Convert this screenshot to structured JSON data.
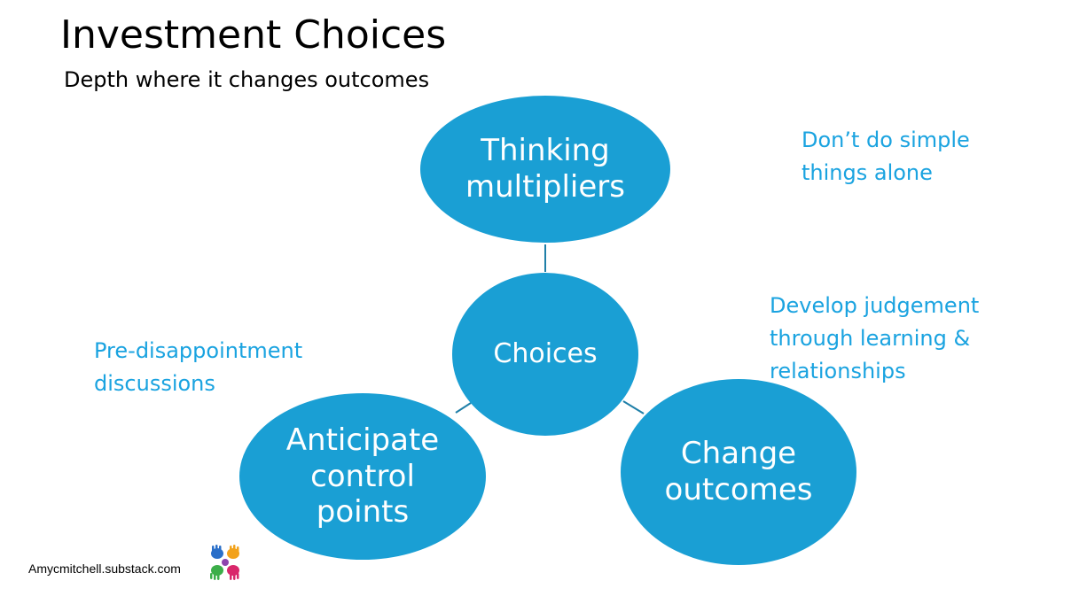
{
  "slide": {
    "title": "Investment Choices",
    "subtitle": "Depth where it changes outcomes",
    "footer": "Amycmitchell.substack.com"
  },
  "colors": {
    "node_fill": "#1a9fd4",
    "node_text": "#ffffff",
    "connector": "#1f7fa8",
    "note_text": "#1aa3e0"
  },
  "diagram": {
    "center": {
      "label": "Choices"
    },
    "nodes": {
      "top": {
        "lines": [
          "Thinking",
          "multipliers"
        ]
      },
      "left": {
        "lines": [
          "Anticipate",
          "control",
          "points"
        ]
      },
      "right": {
        "lines": [
          "Change",
          "outcomes"
        ]
      }
    }
  },
  "notes": {
    "top_right": [
      "Don’t do simple",
      "things alone"
    ],
    "mid_right": [
      "Develop judgement",
      "through learning &",
      "relationships"
    ],
    "left": [
      "Pre-disappointment",
      "discussions"
    ]
  },
  "logo": {
    "icon": "colorful-hands-icon"
  }
}
